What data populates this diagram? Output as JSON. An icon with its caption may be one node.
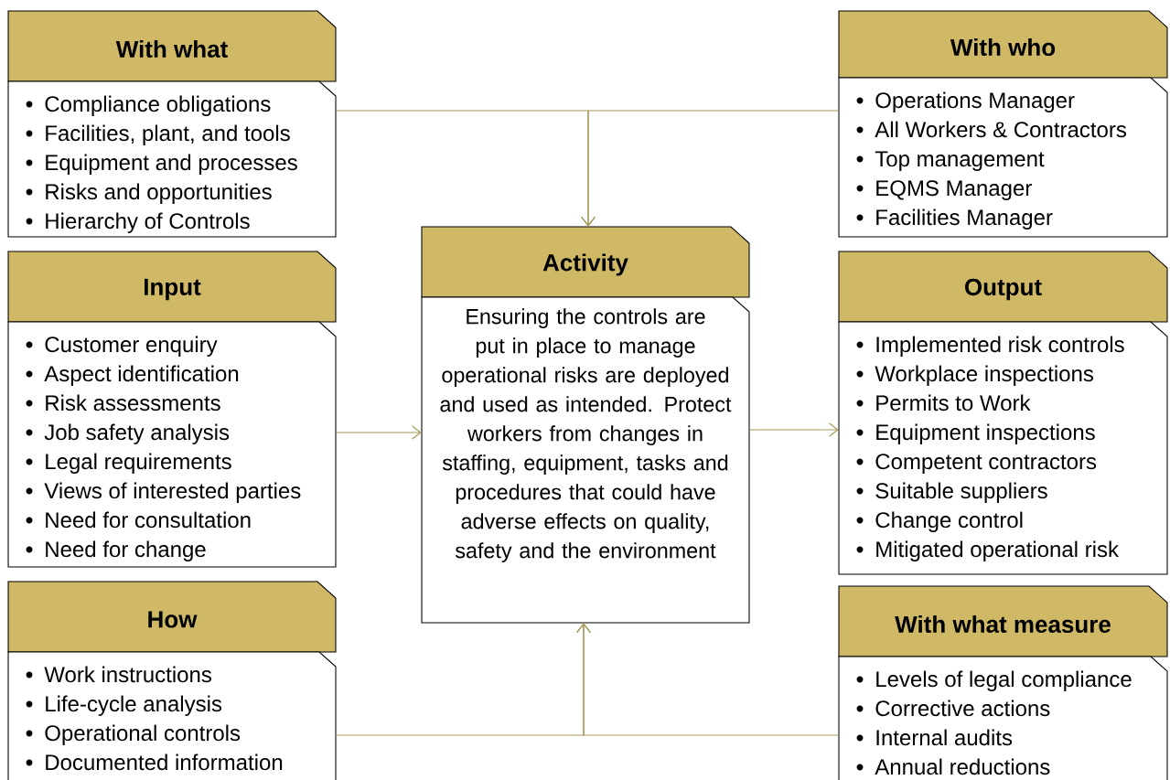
{
  "diagram": {
    "nodes": [
      {
        "text": [
          "With what",
          "Compliance obligations",
          "Facilities, plant, and tools",
          "Equipment and processes",
          "Risks and opportunities",
          "Hierarchy of Controls"
        ]
      },
      {
        "text": [
          "With who",
          "Operations Manager",
          "All Workers & Contractors",
          "Top management",
          "EQMS Manager",
          "Facilities Manager"
        ]
      },
      {
        "text": [
          "Activity",
          "Ensuring the controls are put in place to manage operational risks are deployed and used as intended. Protect workers from changes in staffing, equipment, tasks and procedures that could have adverse effects on quality, safety and the environment"
        ]
      },
      {
        "text": [
          "Input",
          "Customer enquiry",
          "Aspect identification",
          "Risk assessments",
          "Job safety analysis",
          "Legal requirements",
          "Views of interested parties",
          "Need for consultation",
          "Need for change"
        ]
      },
      {
        "text": [
          "Output",
          "Implemented risk controls",
          "Workplace inspections",
          "Permits to Work",
          "Equipment inspections",
          "Competent contractors",
          "Suitable suppliers",
          "Change control",
          "Mitigated operational risk"
        ]
      },
      {
        "text": [
          "How",
          "Work instructions",
          "Life-cycle analysis",
          "Operational controls",
          "Documented information"
        ]
      },
      {
        "text": [
          "With what measure",
          "Levels of legal compliance",
          "Corrective actions",
          "Internal audits",
          "Annual reductions"
        ]
      }
    ],
    "edges": [
      {
        "from": 0,
        "to": 2,
        "arrow": "to"
      },
      {
        "from": 1,
        "to": 2,
        "arrow": "to"
      },
      {
        "from": 3,
        "to": 2,
        "arrow": "to"
      },
      {
        "from": 2,
        "to": 4,
        "arrow": "to"
      },
      {
        "from": 5,
        "to": 2,
        "arrow": "to"
      },
      {
        "from": 6,
        "to": 2,
        "arrow": "to"
      }
    ]
  }
}
